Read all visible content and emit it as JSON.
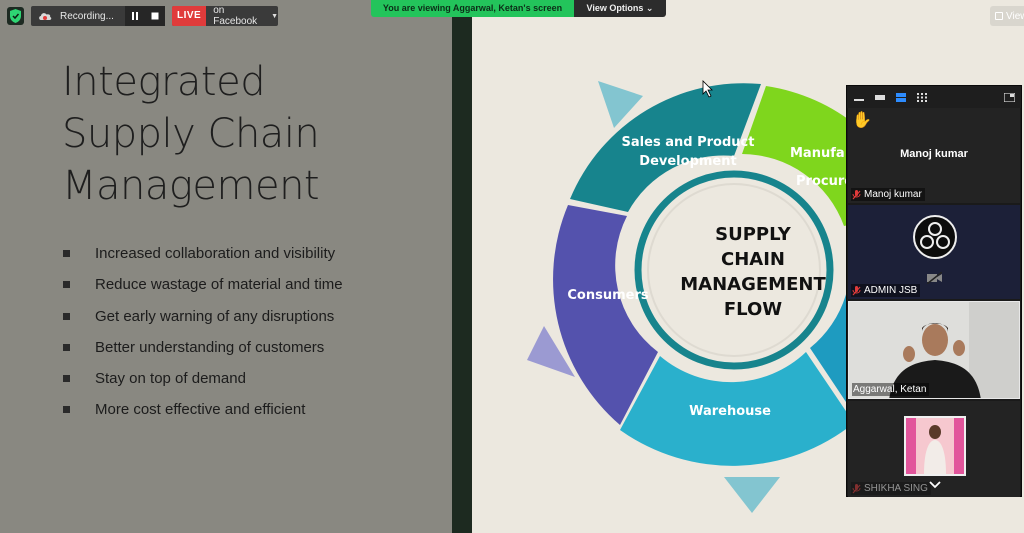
{
  "toolbar": {
    "recording_label": "Recording...",
    "live_badge": "LIVE",
    "live_target": "on Facebook",
    "view_label": "View"
  },
  "share_banner": {
    "text": "You are viewing Aggarwal, Ketan's screen",
    "view_options": "View Options"
  },
  "slide": {
    "title_lines": [
      "Integrated",
      "Supply Chain",
      "Management"
    ],
    "bullets": [
      "Increased collaboration and visibility",
      "Reduce wastage of material and time",
      "Get early warning of any disruptions",
      "Better understanding of customers",
      "Stay on top of demand",
      "More cost effective and efficient"
    ]
  },
  "diagram": {
    "center_lines": [
      "SUPPLY",
      "CHAIN",
      "MANAGEMENT",
      "FLOW"
    ],
    "segments": {
      "sales": [
        "Sales and Product",
        "Development"
      ],
      "manufacturing": [
        "Manufa",
        "Procure"
      ],
      "consumers": "Consumers",
      "warehouse": "Warehouse"
    },
    "colors": {
      "teal": "#17848d",
      "green": "#7fd61d",
      "purple": "#5452ad",
      "blue": "#2ab0cc",
      "arrow_teal": "#83c5d0",
      "arrow_purple": "#9b9ad2"
    }
  },
  "participants": {
    "tiles": [
      {
        "name": "Manoj kumar",
        "display": "Manoj kumar",
        "reaction": "✋"
      },
      {
        "name": "ADMIN JSB"
      },
      {
        "name": "Aggarwal, Ketan"
      },
      {
        "name": "SHIKHA SING"
      }
    ]
  }
}
